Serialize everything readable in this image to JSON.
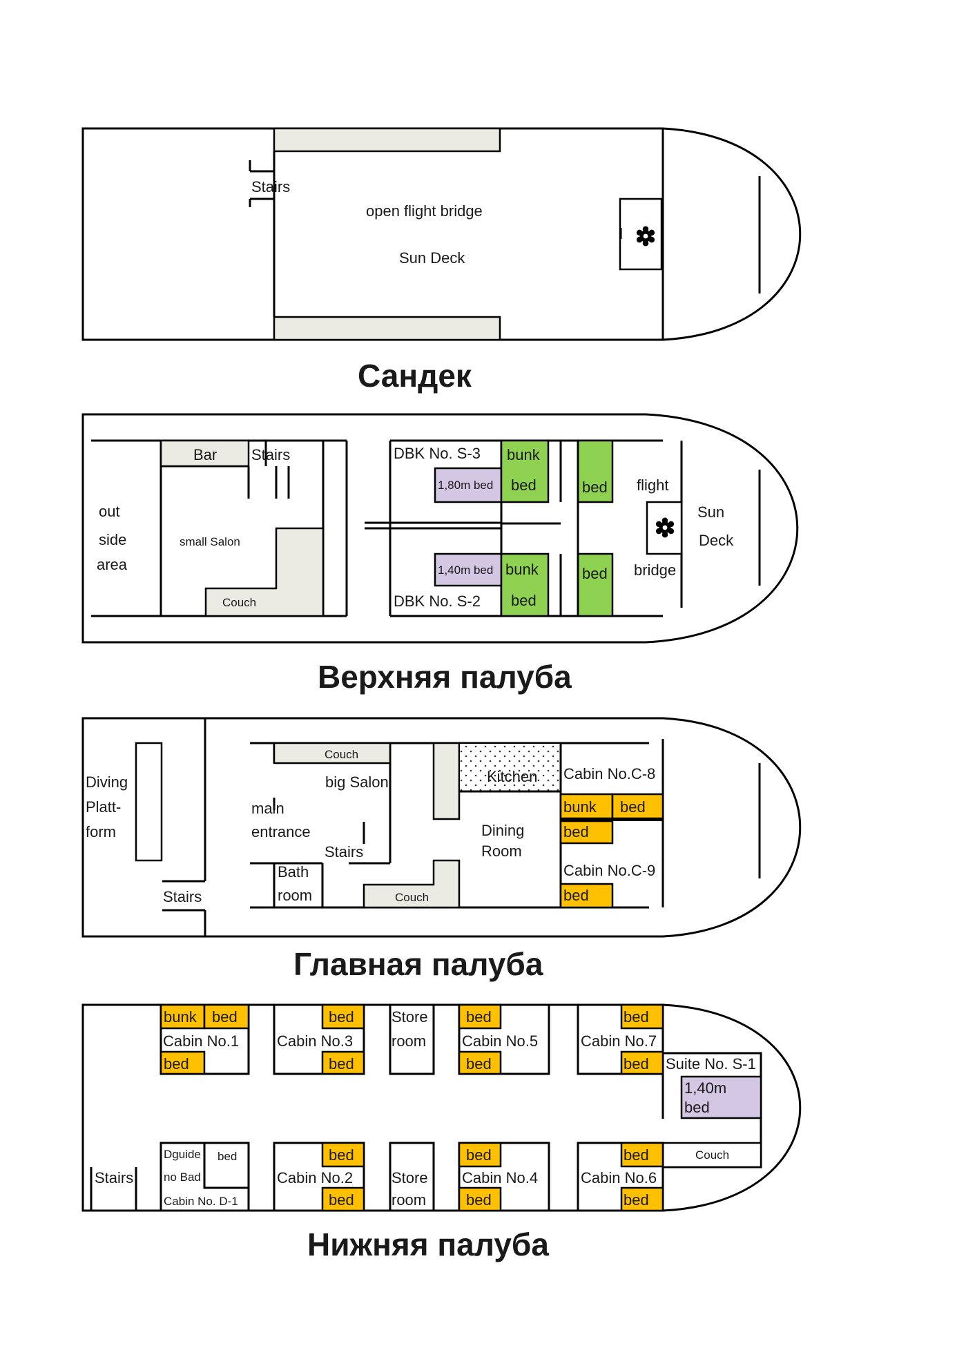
{
  "colors": {
    "beige": "#ecebe3",
    "green": "#8fd150",
    "orange": "#ffc000",
    "lavender": "#d3c7e3",
    "line": "#000000"
  },
  "icons": {
    "helm": "ship-wheel-icon"
  },
  "decks": {
    "sundeck": {
      "title": "Сандек",
      "stairs": "Stairs",
      "open_flight_bridge": "open flight bridge",
      "sun_deck": "Sun Deck"
    },
    "upper": {
      "title": "Верхняя палуба",
      "bar": "Bar",
      "stairs": "Stairs",
      "outside_area": [
        "out",
        "side",
        "area"
      ],
      "small_salon": "small Salon",
      "couch": "Couch",
      "dbk_s3": "DBK No. S-3",
      "dbk_s2": "DBK No. S-2",
      "bed_180": "1,80m bed",
      "bed_140": "1,40m bed",
      "bunk": "bunk",
      "bed": "bed",
      "flight": "flight",
      "bridge": "bridge",
      "sun": "Sun",
      "deck": "Deck"
    },
    "main": {
      "title": "Главная палуба",
      "diving_platform": [
        "Diving",
        "Platt-",
        "form"
      ],
      "stairs": "Stairs",
      "couch": "Couch",
      "big_salon": "big Salon",
      "main_entrance": [
        "main",
        "entrance"
      ],
      "bathroom": [
        "Bath",
        "room"
      ],
      "kitchen": "Kitchen",
      "dining_room": [
        "Dining",
        "Room"
      ],
      "cabin_c8": "Cabin No.C-8",
      "cabin_c9": "Cabin No.C-9",
      "bunk": "bunk",
      "bed": "bed"
    },
    "lower": {
      "title": "Нижняя палуба",
      "bunk": "bunk",
      "bed": "bed",
      "cabin_1": "Cabin No.1",
      "cabin_2": "Cabin No.2",
      "cabin_3": "Cabin No.3",
      "cabin_4": "Cabin No.4",
      "cabin_5": "Cabin No.5",
      "cabin_6": "Cabin No.6",
      "cabin_7": "Cabin No.7",
      "store_room": [
        "Store",
        "room"
      ],
      "suite_s1": "Suite No. S-1",
      "suite_bed": [
        "1,40m",
        "bed"
      ],
      "couch": "Couch",
      "stairs": "Stairs",
      "dguide": [
        "Dguide",
        "no Bad"
      ],
      "cabin_d1": "Cabin No. D-1"
    }
  }
}
